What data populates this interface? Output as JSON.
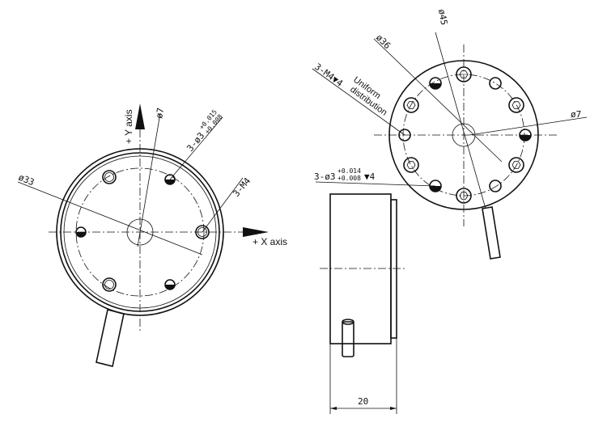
{
  "front_view": {
    "y_axis_label": "+ Y axis",
    "x_axis_label": "+ X axis",
    "dia_center": "ø7",
    "dia_bolt_circle": "ø33",
    "pin_holes": "3-ø3",
    "pin_tol_upper": "+0.015",
    "pin_tol_lower": "+0.008",
    "threads": "3-M4"
  },
  "top_view": {
    "dia_outer": "ø45",
    "dia_bolt_circle": "ø36",
    "threads": "3-M4▼4",
    "uniform_1": "Uniform",
    "uniform_2": "distribution",
    "dia_center": "ø7",
    "pin_holes": "3-ø3",
    "pin_tol_upper": "+0.014",
    "pin_tol_lower": "+0.008",
    "pin_depth": "▼4"
  },
  "side_view": {
    "height_dim": "20"
  }
}
